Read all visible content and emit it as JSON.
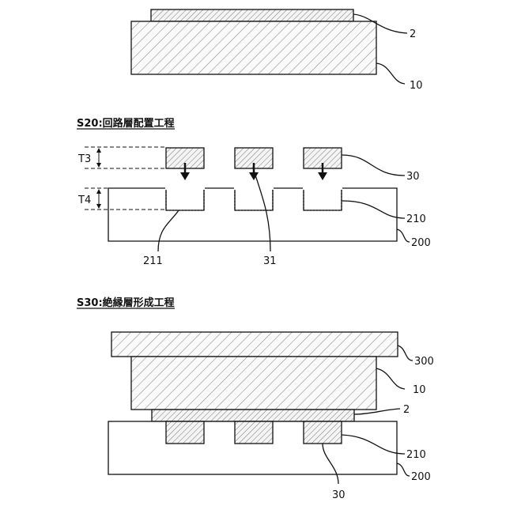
{
  "figure": {
    "steps": {
      "s20_title": "S20:回路層配置工程",
      "s30_title": "S30:絶縁層形成工程"
    },
    "labels": {
      "ref_2": "2",
      "ref_10": "10",
      "ref_30": "30",
      "ref_210": "210",
      "ref_200": "200",
      "ref_211": "211",
      "ref_31": "31",
      "ref_300": "300",
      "t3": "T3",
      "t4": "T4"
    }
  }
}
